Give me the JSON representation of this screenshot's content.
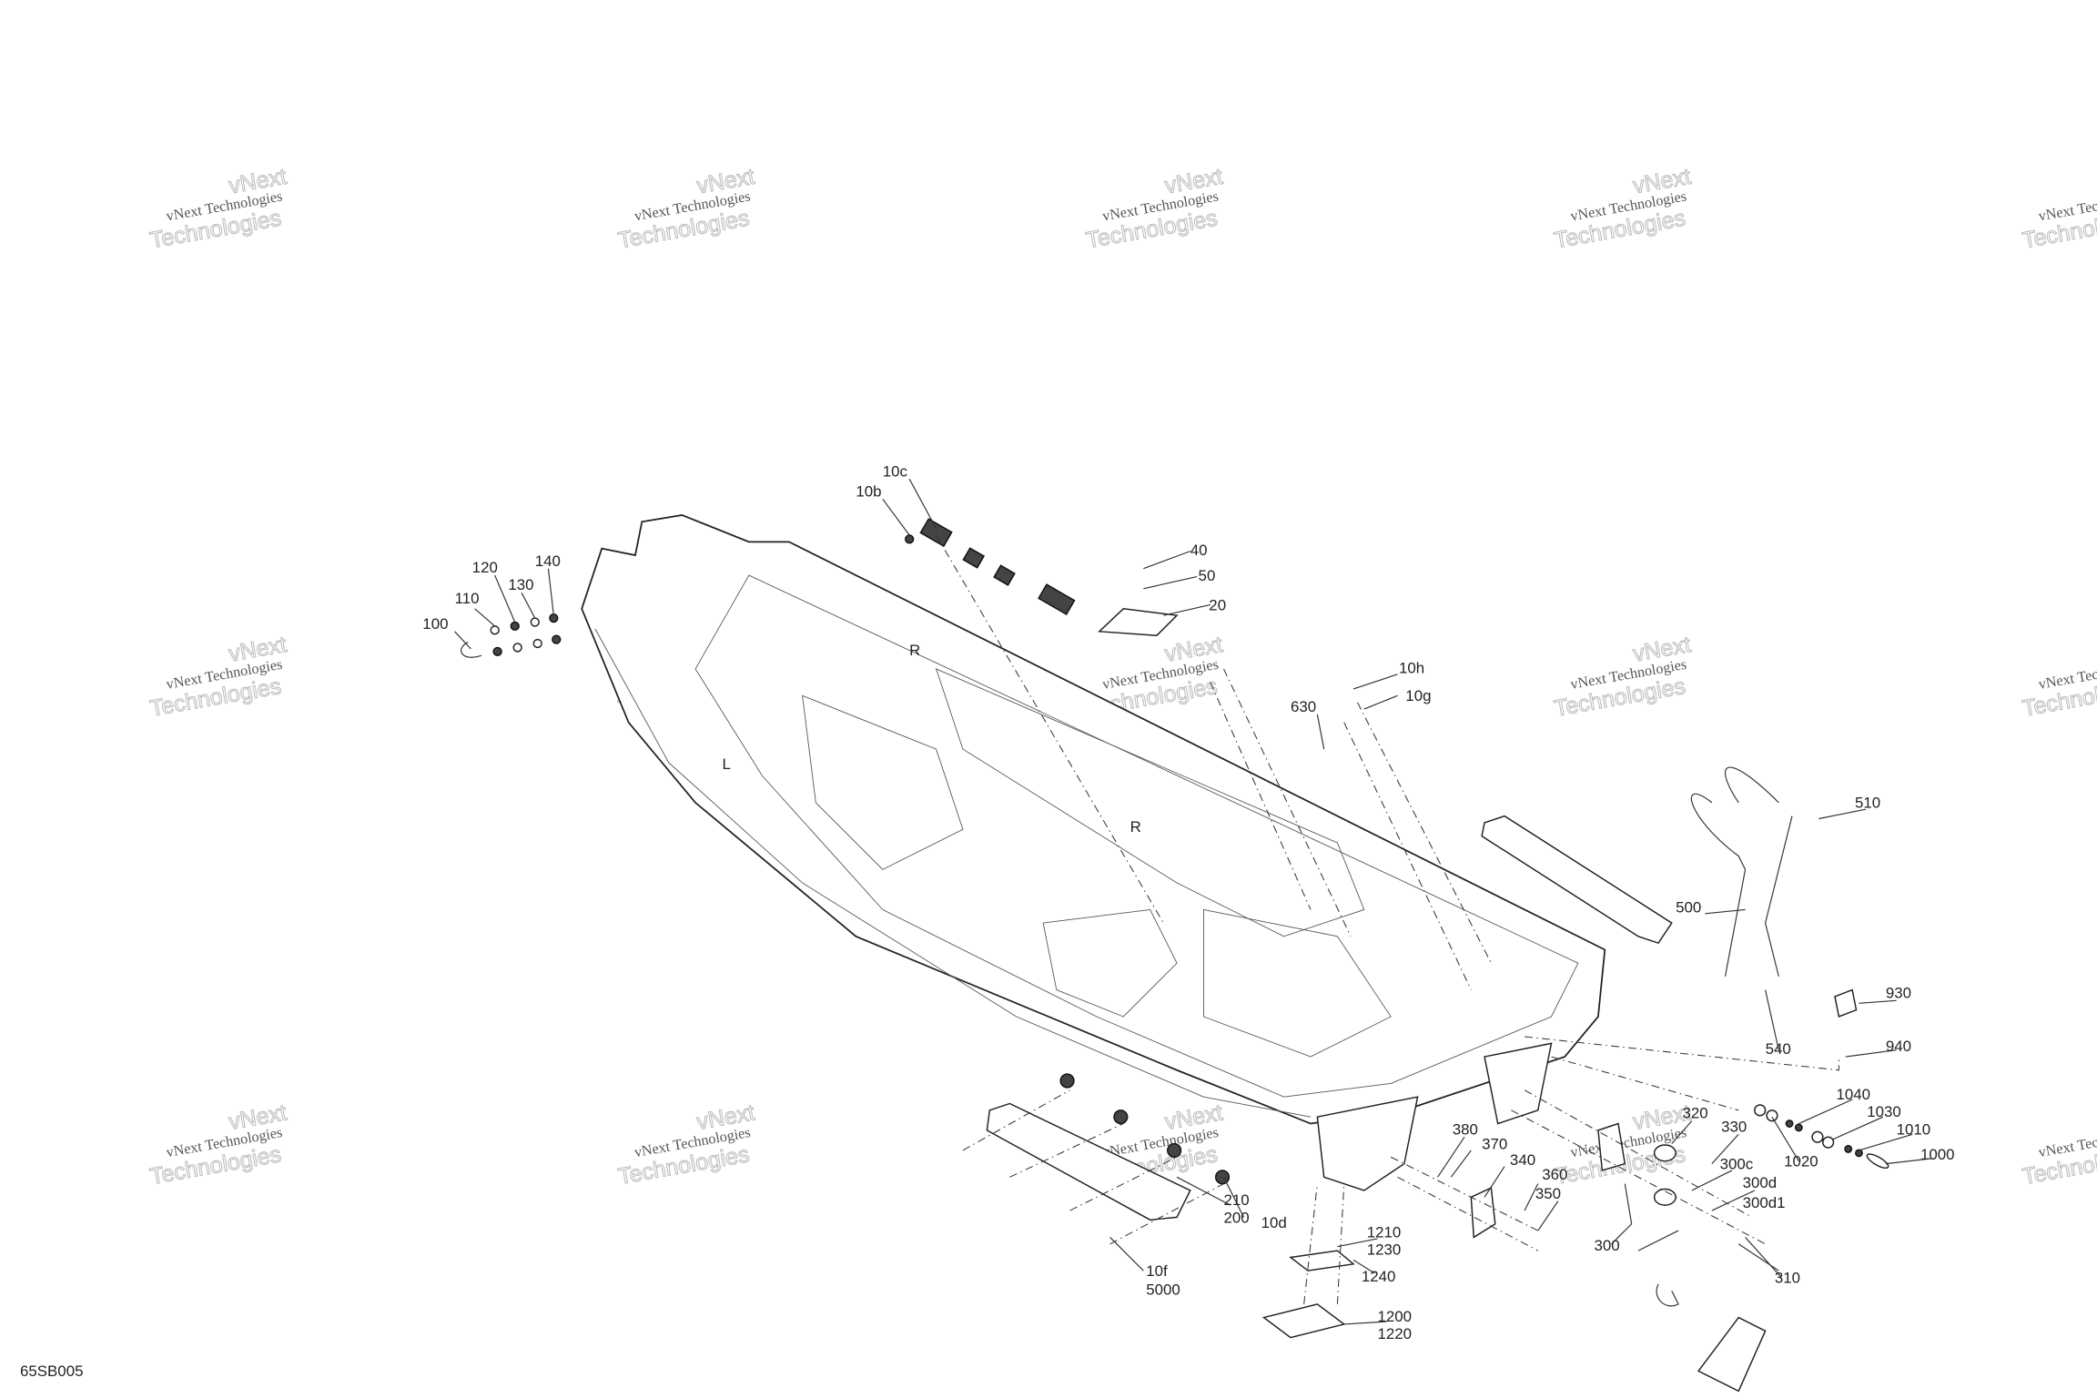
{
  "diagram_id": "65SB005",
  "watermark": {
    "line1": "vNext Technologies",
    "line2": "Technologies",
    "line3": "vNext"
  },
  "hull_marks": {
    "left": "L",
    "right": "R"
  },
  "callouts": {
    "c10c": "10c",
    "c10b": "10b",
    "c120": "120",
    "c140": "140",
    "c130": "130",
    "c110": "110",
    "c100": "100",
    "c40": "40",
    "c50": "50",
    "c20": "20",
    "c10h": "10h",
    "c10g": "10g",
    "c630": "630",
    "c510": "510",
    "c500": "500",
    "c930": "930",
    "c540": "540",
    "c940": "940",
    "c1040": "1040",
    "c1030": "1030",
    "c1010": "1010",
    "c1020": "1020",
    "c1000": "1000",
    "c320": "320",
    "c330": "330",
    "c300c": "300c",
    "c300d": "300d",
    "c300d1": "300d1",
    "c380": "380",
    "c370": "370",
    "c340": "340",
    "c360": "360",
    "c350": "350",
    "c300": "300",
    "c310": "310",
    "c1210": "1210",
    "c1230": "1230",
    "c1240": "1240",
    "c1200": "1200",
    "c1220": "1220",
    "c210": "210",
    "c200": "200",
    "c10d": "10d",
    "c10f": "10f",
    "c5000": "5000"
  }
}
